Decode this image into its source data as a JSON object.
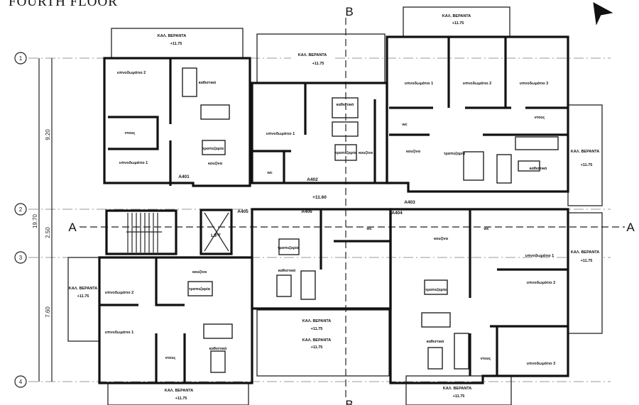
{
  "title": "FOURTH FLOOR",
  "section_labels": {
    "a": "A",
    "b": "B"
  },
  "grid_axes": [
    "1",
    "2",
    "3",
    "4"
  ],
  "dimensions": {
    "d1": "9.20",
    "total": "19.70",
    "d2": "2.50",
    "d3": "7.60"
  },
  "level_corridor": "+11.60",
  "balcony": {
    "label": "ΚΑΛ. ΒΕΡΑΝΤΑ",
    "level": "+11.75"
  },
  "apartments": [
    "A401",
    "A402",
    "A403",
    "A404",
    "A405",
    "A406"
  ],
  "lift": "LIFT",
  "rooms": {
    "bed1": "υπνοδωμάτιο 1",
    "bed2": "υπνοδωμάτιο 2",
    "bed3": "υπνοδωμάτιο 3",
    "living": "καθιστικό",
    "dining": "τραπεζαρία",
    "kitchen": "κουζίνα",
    "wc": "wc",
    "shower": "ντους"
  }
}
